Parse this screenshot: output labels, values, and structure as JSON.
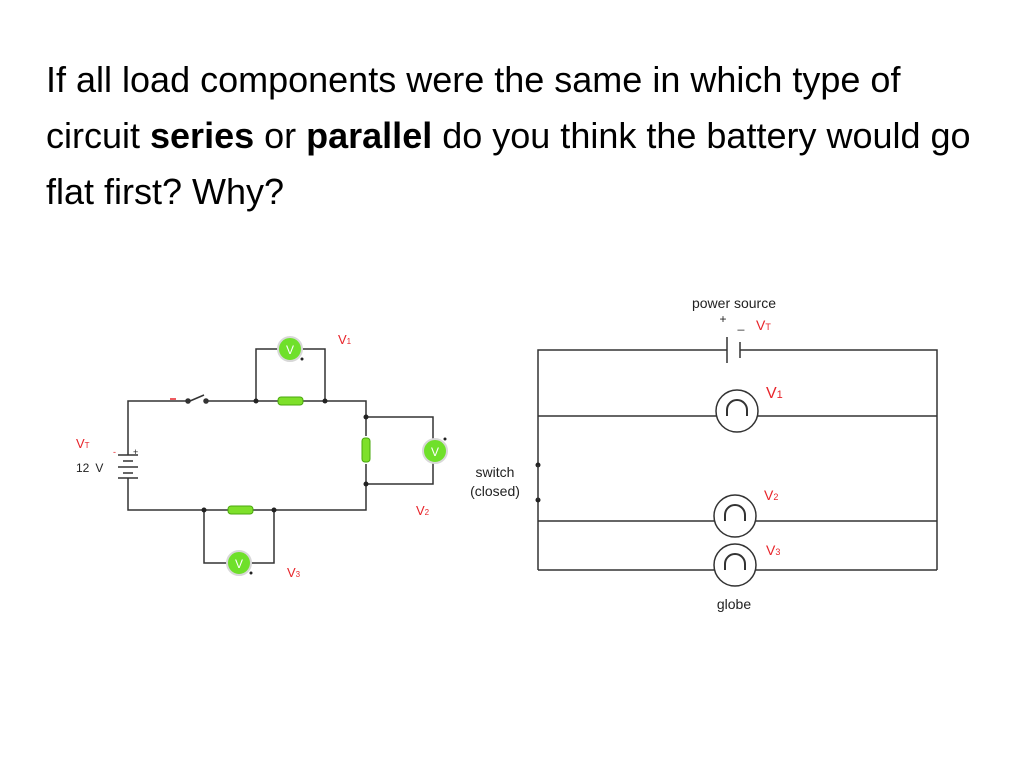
{
  "question": {
    "part1": "If all load components were the same in which type of circuit ",
    "bold1": "series",
    "part2": " or ",
    "bold2": "parallel",
    "part3": " do you think the battery would go flat first?  Why?"
  },
  "series_circuit": {
    "vt_label": "V",
    "vt_sub": "T",
    "voltage_value": "12",
    "voltage_unit": "V",
    "meter_symbol": "V",
    "v1_label": "V",
    "v1_sub": "1",
    "v2_label": "V",
    "v2_sub": "2",
    "v3_label": "V",
    "v3_sub": "3"
  },
  "parallel_circuit": {
    "power_source_label": "power source",
    "plus": "+",
    "minus": "_",
    "vt_label": "V",
    "vt_sub": "T",
    "v1_label": "V",
    "v1_sub": "1",
    "v2_label": "V",
    "v2_sub": "2",
    "v3_label": "V",
    "v3_sub": "3",
    "switch_label_line1": "switch",
    "switch_label_line2": "(closed)",
    "globe_label": "globe"
  },
  "colors": {
    "label_red": "#e8242a",
    "resistor_green": "#7ee02a",
    "meter_green": "#6fe02a",
    "wire": "#333333"
  }
}
